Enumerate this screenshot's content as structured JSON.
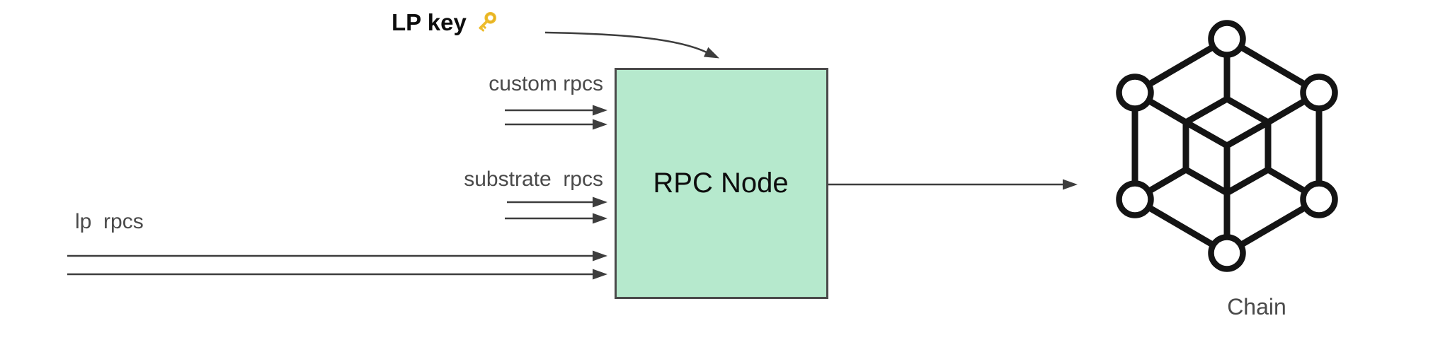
{
  "diagram": {
    "key_label": {
      "text": "LP key",
      "icon": "key-icon"
    },
    "inputs": [
      {
        "label": "custom rpcs",
        "arrow_count": 2
      },
      {
        "label": "substrate  rpcs",
        "arrow_count": 2
      },
      {
        "label": "lp  rpcs",
        "arrow_count": 2
      }
    ],
    "node": {
      "label": "RPC Node",
      "fill": "#b6e9cd",
      "border": "#4a4a4a"
    },
    "output": {
      "target_label": "Chain",
      "icon": "blockchain-cube-icon"
    },
    "colors": {
      "background": "#ffffff",
      "arrow": "#3d3d3d",
      "label_text": "#4a4a4a",
      "heading_text": "#0d0d0d",
      "chain_icon_stroke": "#141414",
      "key_gold": "#eebc2c"
    }
  }
}
